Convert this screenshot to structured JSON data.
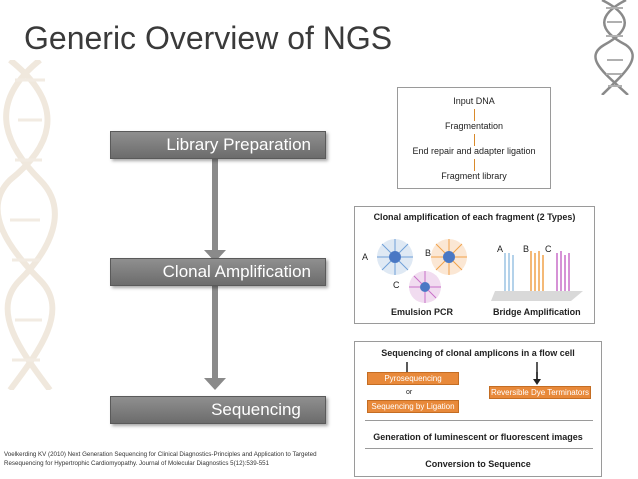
{
  "slide": {
    "title": "Generic Overview of NGS",
    "stages": [
      {
        "label": "Library Preparation"
      },
      {
        "label": "Clonal Amplification"
      },
      {
        "label": "Sequencing"
      }
    ],
    "citation": "Voelkerding KV (2010) Next Generation Sequencing for Clinical Diagnostics-Principles and Application to Targeted Resequencing for Hypertrophic Cardiomyopathy. Journal of Molecular Diagnostics 5(12):539-551"
  },
  "library_panel": {
    "steps": [
      "Input DNA",
      "Fragmentation",
      "End repair and adapter ligation",
      "Fragment library"
    ]
  },
  "clonal_panel": {
    "title": "Clonal amplification of each fragment (2 Types)",
    "labels": {
      "a1": "A",
      "b1": "B",
      "c1": "C",
      "a2": "A",
      "b2": "B",
      "c2": "C"
    },
    "emulsion": "Emulsion PCR",
    "bridge": "Bridge Amplification"
  },
  "sequencing_panel": {
    "title": "Sequencing of clonal amplicons in a flow cell",
    "pyro": "Pyrosequencing",
    "or": "or",
    "ligation": "Sequencing by Ligation",
    "reversible": "Reversible Dye Terminators",
    "generation": "Generation of luminescent or fluorescent images",
    "conversion": "Conversion to Sequence"
  },
  "colors": {
    "stage_box": "#7d7d7d",
    "arrow": "#8a8a8a",
    "accent_orange": "#e8893a",
    "title_text": "#3a3a3a"
  }
}
